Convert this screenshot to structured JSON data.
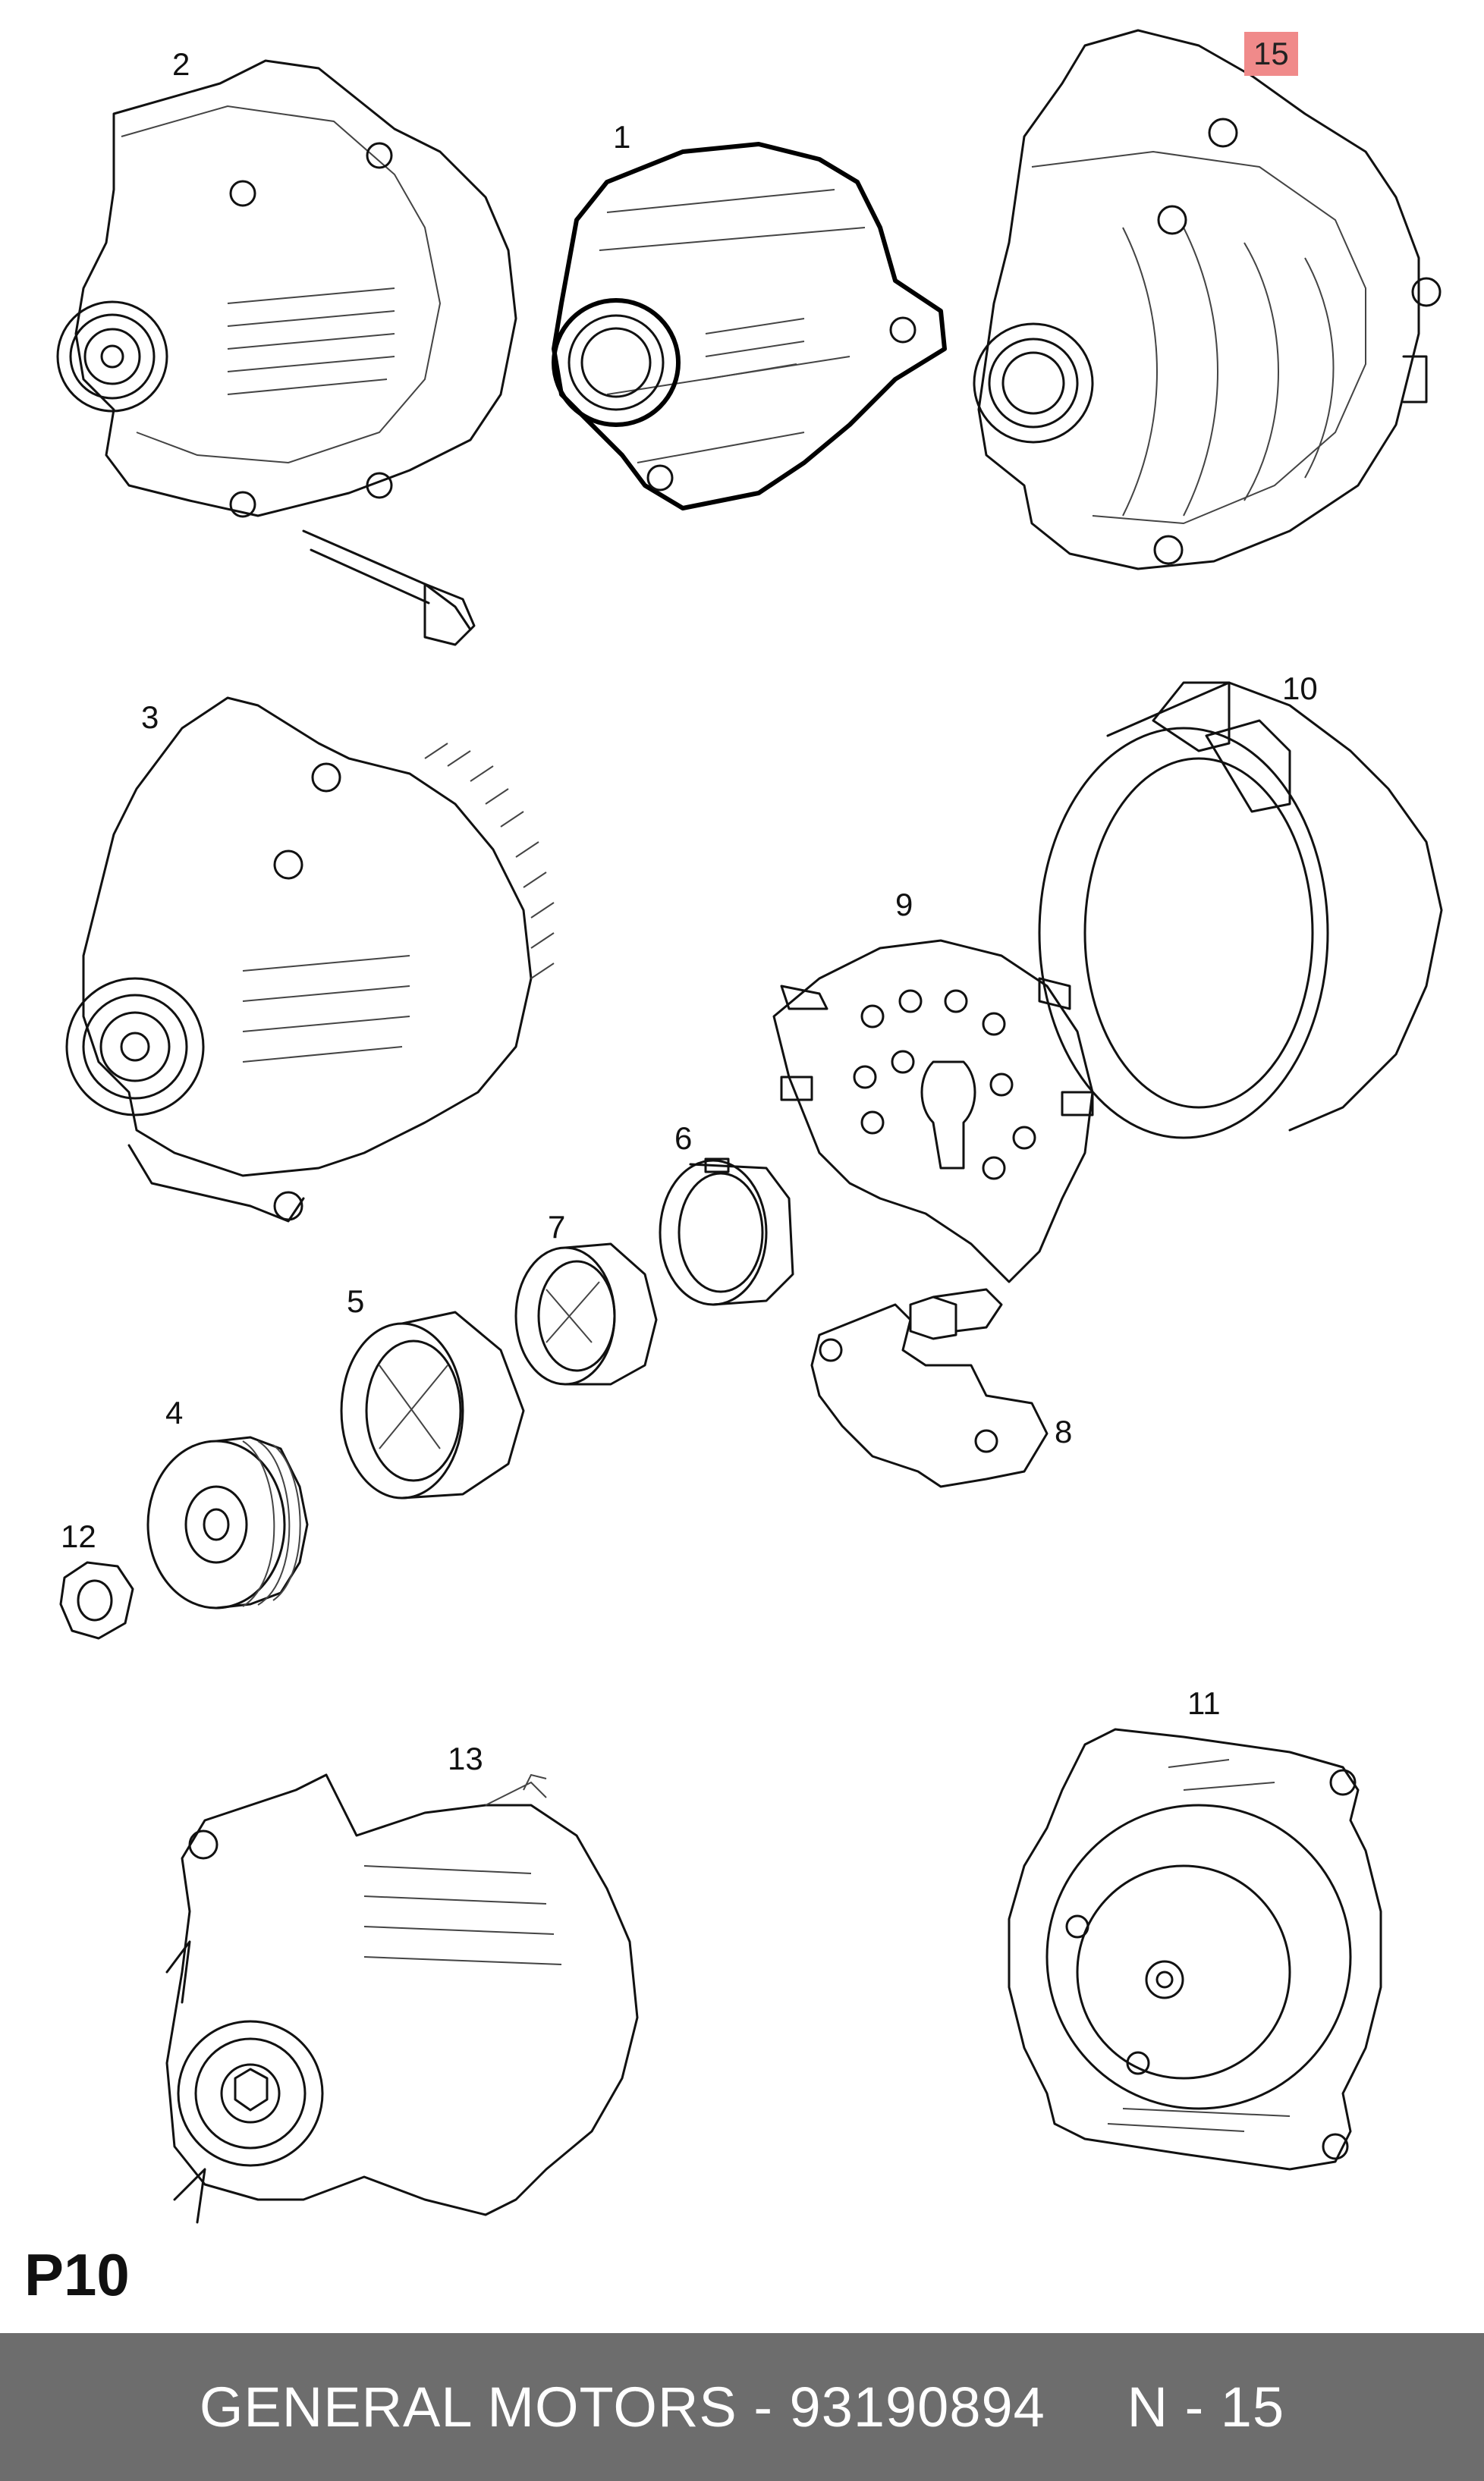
{
  "callouts": [
    {
      "id": "1",
      "label": "1"
    },
    {
      "id": "2",
      "label": "2"
    },
    {
      "id": "3",
      "label": "3"
    },
    {
      "id": "4",
      "label": "4"
    },
    {
      "id": "5",
      "label": "5"
    },
    {
      "id": "6",
      "label": "6"
    },
    {
      "id": "7",
      "label": "7"
    },
    {
      "id": "8",
      "label": "8"
    },
    {
      "id": "9",
      "label": "9"
    },
    {
      "id": "10",
      "label": "10"
    },
    {
      "id": "11",
      "label": "11"
    },
    {
      "id": "12",
      "label": "12"
    },
    {
      "id": "13",
      "label": "13"
    },
    {
      "id": "15",
      "label": "15"
    }
  ],
  "highlight": {
    "callout": "15",
    "color": "#f08a8a"
  },
  "page_code": "P10",
  "footer": {
    "brand_part": "GENERAL MOTORS - 93190894",
    "ref": "N - 15",
    "background": "#6d6d6d"
  }
}
